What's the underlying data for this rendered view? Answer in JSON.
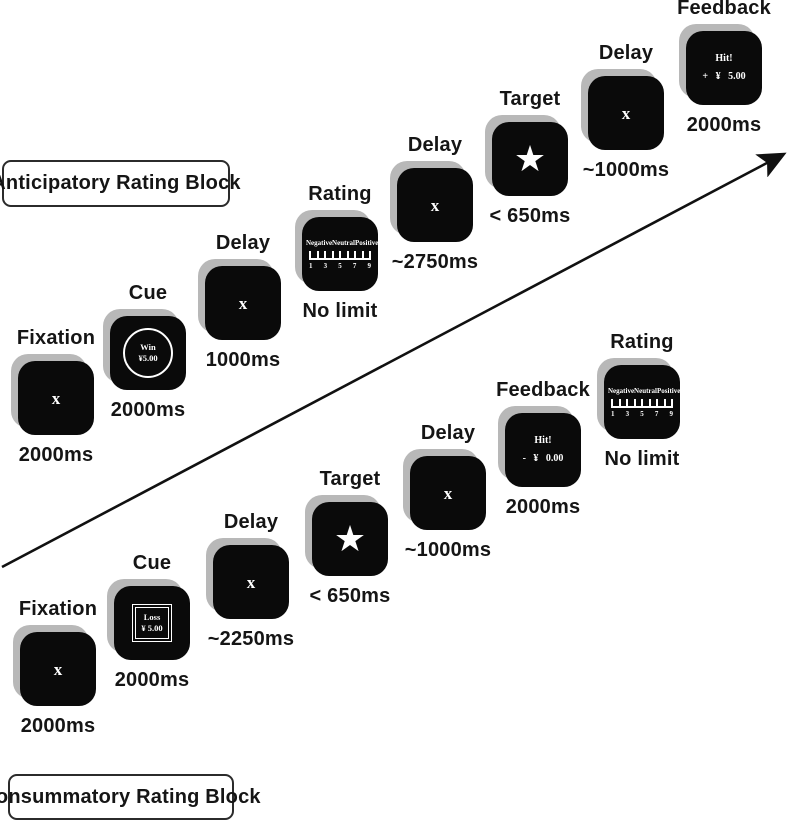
{
  "blocks": {
    "anticipatory_label": "Anticipatory Rating Block",
    "consummatory_label": "Consummatory Rating Block"
  },
  "glyphs": {
    "fixation_x": "x",
    "target_star": "★"
  },
  "cue_win": {
    "line1": "Win",
    "line2": "¥5.00"
  },
  "cue_loss": {
    "line1": "Loss",
    "line2": "¥ 5.00"
  },
  "feedback_win": {
    "line1": "Hit!",
    "line2": "+ ¥ 5.00"
  },
  "feedback_loss": {
    "line1": "Hit!",
    "line2": "- ¥ 0.00"
  },
  "rating_scale": {
    "labels": [
      "Negative",
      "Neutral",
      "Positive"
    ],
    "numbers": [
      "1",
      "3",
      "5",
      "7",
      "9"
    ]
  },
  "anticipatory_screens": [
    {
      "title": "Fixation",
      "duration": "2000ms"
    },
    {
      "title": "Cue",
      "duration": "2000ms"
    },
    {
      "title": "Delay",
      "duration": "1000ms"
    },
    {
      "title": "Rating",
      "duration": "No limit"
    },
    {
      "title": "Delay",
      "duration": "~2750ms"
    },
    {
      "title": "Target",
      "duration": "< 650ms"
    },
    {
      "title": "Delay",
      "duration": "~1000ms"
    },
    {
      "title": "Feedback",
      "duration": "2000ms"
    }
  ],
  "consummatory_screens": [
    {
      "title": "Fixation",
      "duration": "2000ms"
    },
    {
      "title": "Cue",
      "duration": "2000ms"
    },
    {
      "title": "Delay",
      "duration": "~2250ms"
    },
    {
      "title": "Target",
      "duration": "< 650ms"
    },
    {
      "title": "Delay",
      "duration": "~1000ms"
    },
    {
      "title": "Feedback",
      "duration": "2000ms"
    },
    {
      "title": "Rating",
      "duration": "No limit"
    }
  ]
}
